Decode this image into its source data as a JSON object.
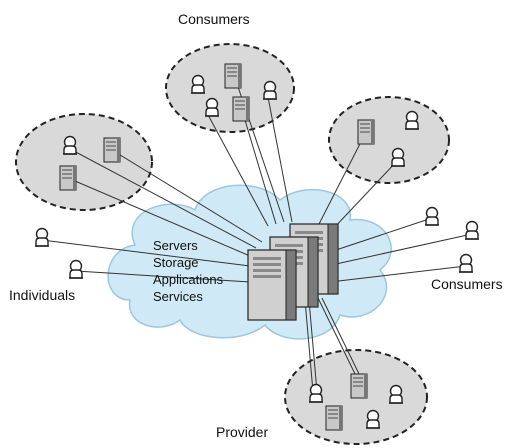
{
  "labels": {
    "consumers_top": "Consumers",
    "consumers_right": "Consumers",
    "individuals": "Individuals",
    "provider": "Provider"
  },
  "cloud_services": [
    "Servers",
    "Storage",
    "Applications",
    "Services"
  ],
  "colors": {
    "cloud_fill": "#cfe9f6",
    "cloud_stroke": "#9cc7df",
    "group_fill": "#d9d9d9",
    "group_stroke": "#222222",
    "server_fill": "#c8c8c8",
    "server_dark": "#6e6e6e",
    "line": "#333333"
  },
  "icons": [
    "user-icon",
    "server-icon"
  ]
}
